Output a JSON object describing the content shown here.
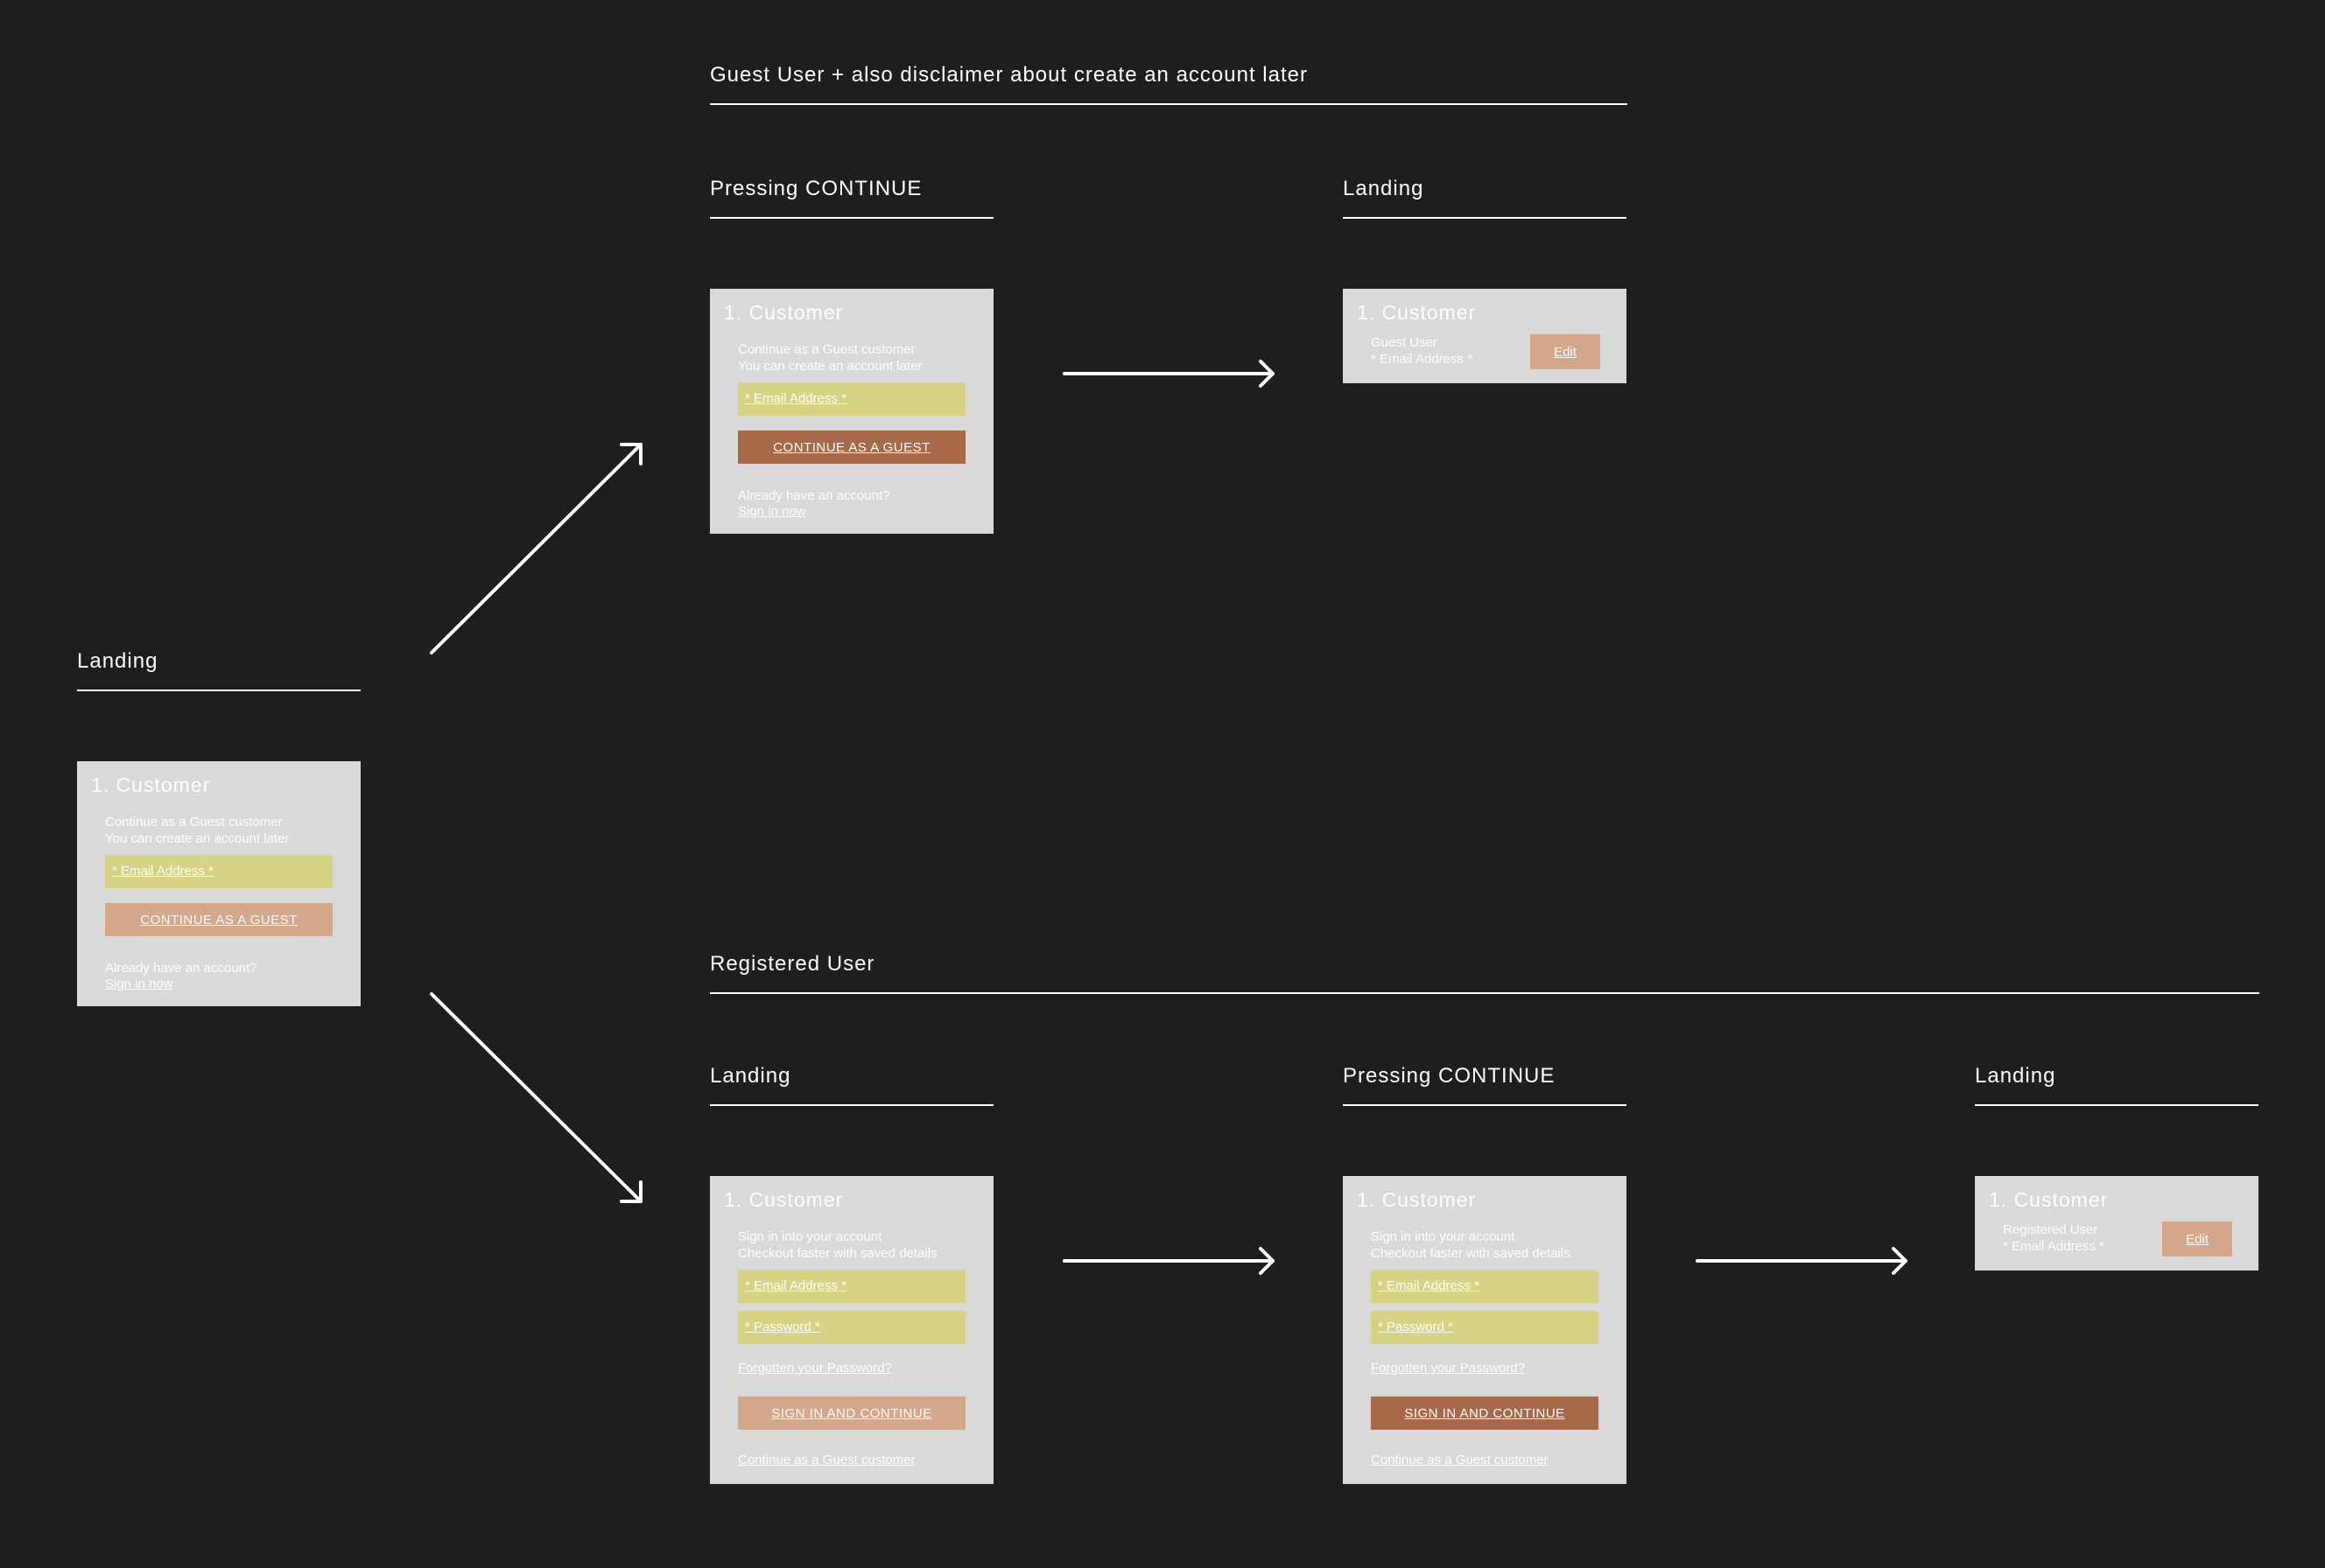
{
  "colors": {
    "background": "#1e1e1e",
    "card": "#d9d9d9",
    "field": "#d6d384",
    "button_light": "#d4a68a",
    "button_dark": "#a8694a",
    "text": "#ffffff"
  },
  "sections": {
    "guest_title": "Guest User + also disclaimer about create an account later",
    "registered_title": "Registered User"
  },
  "headings": {
    "start": "Landing",
    "guest_pressing": "Pressing CONTINUE",
    "guest_landing": "Landing",
    "reg_landing": "Landing",
    "reg_pressing": "Pressing CONTINUE",
    "reg_final": "Landing"
  },
  "guest_card": {
    "title": "1. Customer",
    "line1": "Continue as a Guest customer",
    "line2": "You can create an account later",
    "email_placeholder": "* Email Address *",
    "button": "CONTINUE AS A GUEST",
    "account_q": "Already have an account?",
    "signin_link": "Sign in now"
  },
  "guest_summary": {
    "title": "1. Customer",
    "line1": "Guest User",
    "line2": "* Email Address *",
    "edit": "Edit"
  },
  "registered_card": {
    "title": "1. Customer",
    "line1": "Sign in into your account",
    "line2": "Checkout faster with saved details",
    "email_placeholder": "* Email Address *",
    "password_placeholder": "* Password *",
    "forgot_link": "Forgotten your Password?",
    "button": "SIGN IN AND CONTINUE",
    "guest_link": "Continue as a Guest customer"
  },
  "registered_summary": {
    "title": "1. Customer",
    "line1": "Registered User",
    "line2": "* Email Address *",
    "edit": "Edit"
  }
}
